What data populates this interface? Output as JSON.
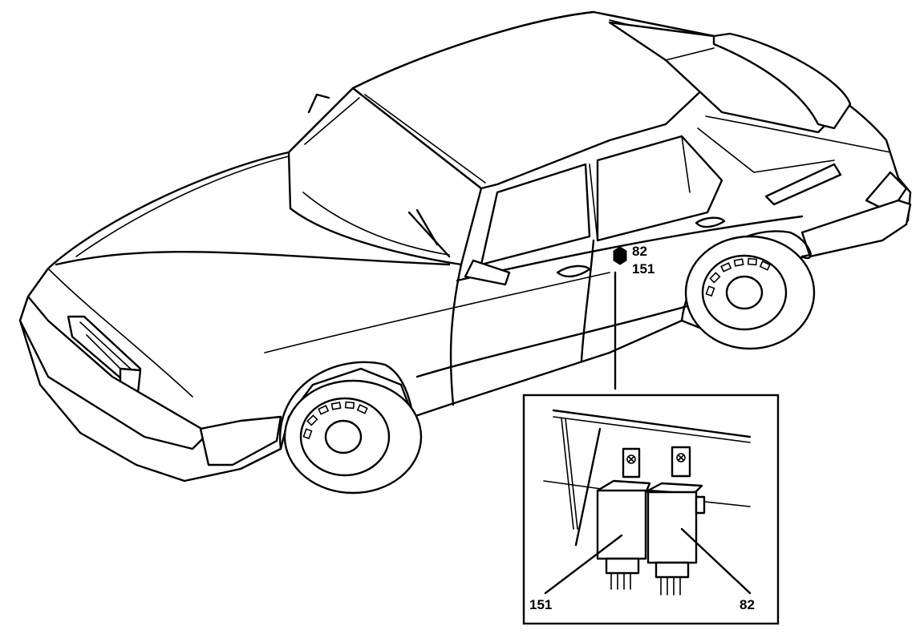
{
  "callouts": {
    "location_marker": {
      "top_label": "82",
      "bottom_label": "151"
    },
    "detail_left": "151",
    "detail_right": "82"
  },
  "colors": {
    "ink": "#000000",
    "paper": "#ffffff"
  },
  "icons": {
    "location_marker": "hexagon-location-icon"
  }
}
